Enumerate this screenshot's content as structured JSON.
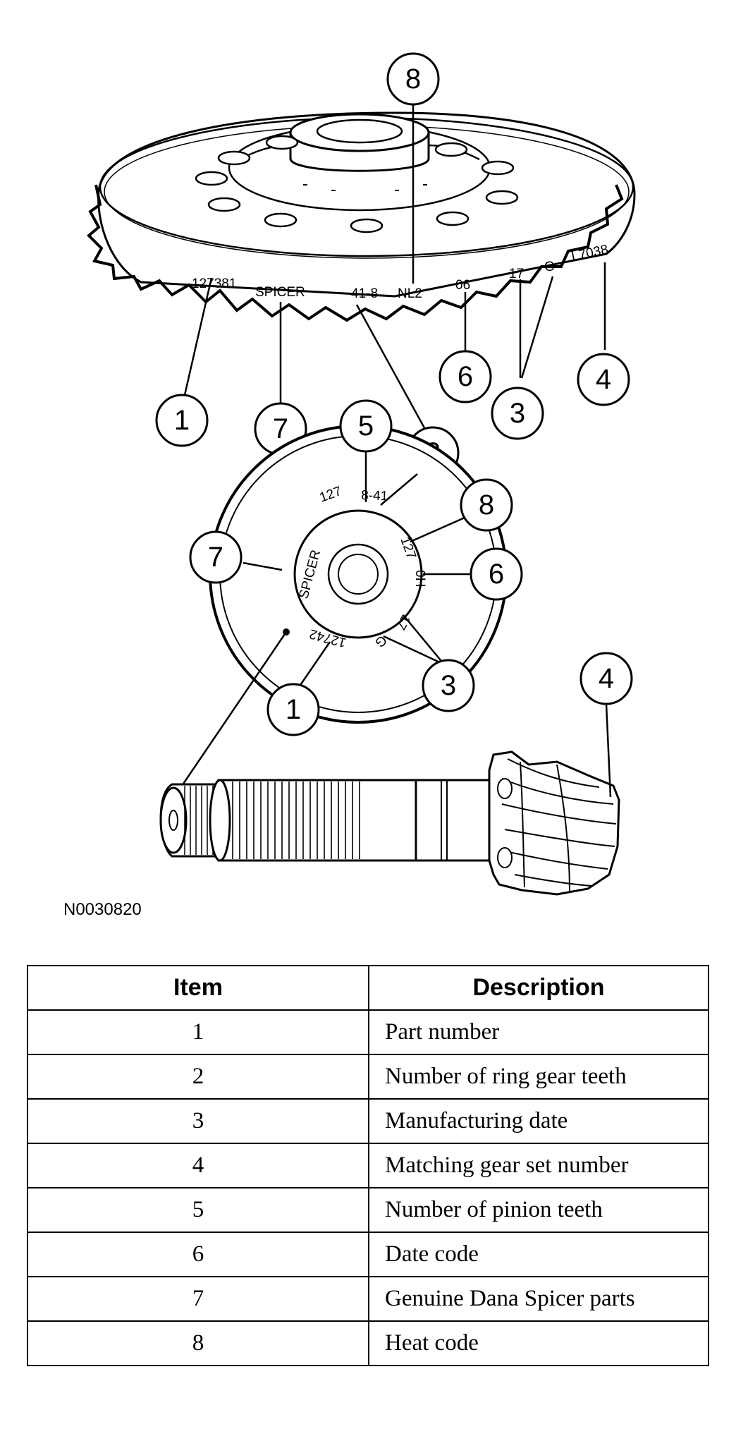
{
  "figure": {
    "code": "N0030820",
    "ring_gear_stamps": {
      "part_number": "127381",
      "brand": "SPICER",
      "teeth": "41-8",
      "heat_code": "NL2",
      "date_code": "06",
      "date_a": "17",
      "date_b": "G",
      "match_number": "L7038"
    },
    "pinion_stamps": {
      "teeth": "8-41",
      "num_127_a": "127",
      "num_127_b": "127",
      "brand": "SPICER",
      "date_code": "0H",
      "date_a": "17",
      "date_b": "G",
      "part_number": "12742"
    },
    "callouts": {
      "c8_top": "8",
      "c1_ring": "1",
      "c7_ring": "7",
      "c2_ring": "2",
      "c6_ring": "6",
      "c3_ring": "3",
      "c4_ring": "4",
      "c5_pinion": "5",
      "c8_pinion": "8",
      "c7_pinion": "7",
      "c6_pinion": "6",
      "c3_pinion": "3",
      "c1_pinion": "1",
      "c4_pinion": "4"
    }
  },
  "legend": {
    "headers": {
      "item": "Item",
      "description": "Description"
    },
    "rows": [
      {
        "item": "1",
        "description": "Part number"
      },
      {
        "item": "2",
        "description": "Number of ring gear teeth"
      },
      {
        "item": "3",
        "description": "Manufacturing date"
      },
      {
        "item": "4",
        "description": "Matching gear set number"
      },
      {
        "item": "5",
        "description": "Number of pinion teeth"
      },
      {
        "item": "6",
        "description": "Date code"
      },
      {
        "item": "7",
        "description": "Genuine Dana Spicer parts"
      },
      {
        "item": "8",
        "description": "Heat code"
      }
    ]
  }
}
